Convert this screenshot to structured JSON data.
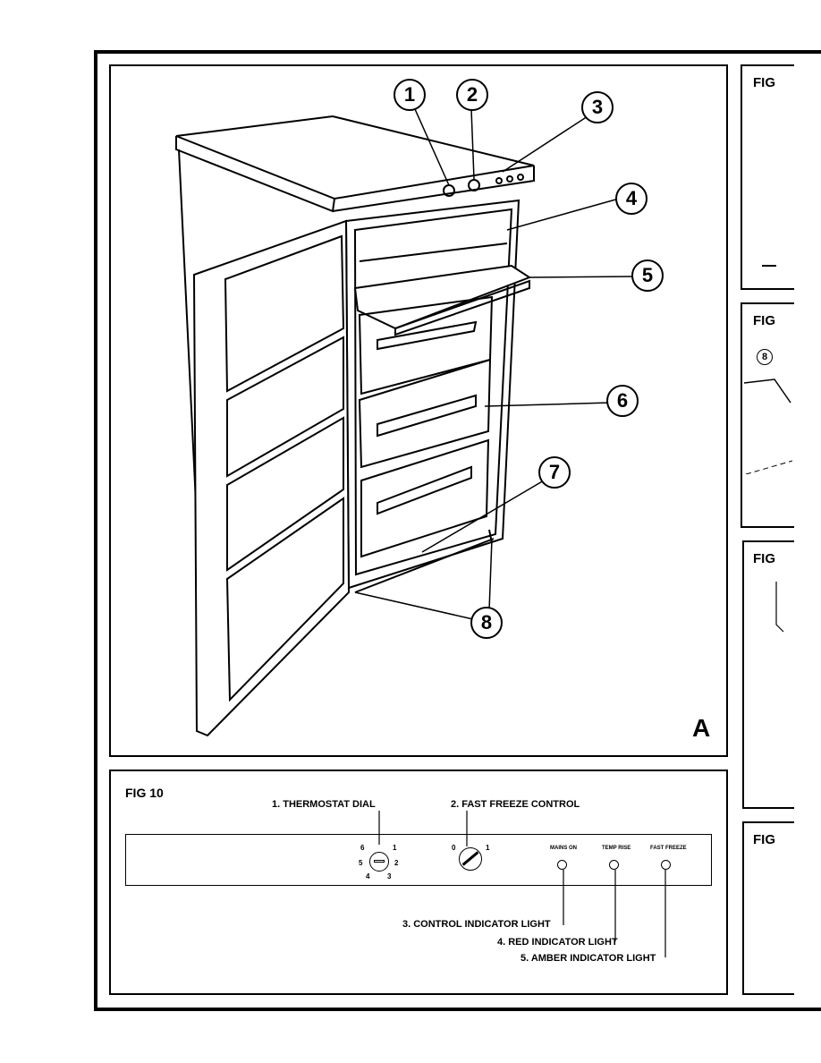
{
  "figure_a": {
    "letter": "A",
    "callouts": [
      "1",
      "2",
      "3",
      "4",
      "5",
      "6",
      "7",
      "8"
    ]
  },
  "side_figures": {
    "labels": [
      "FIG",
      "FIG",
      "FIG",
      "FIG"
    ],
    "callout": "8"
  },
  "fig10": {
    "title": "FIG 10",
    "labels": {
      "thermostat": "1. THERMOSTAT DIAL",
      "fast_freeze_control": "2. FAST FREEZE CONTROL",
      "control_light": "3. CONTROL INDICATOR LIGHT",
      "red_light": "4. RED INDICATOR LIGHT",
      "amber_light": "5. AMBER INDICATOR LIGHT"
    },
    "lamps": {
      "mains_on": "MAINS ON",
      "temp_rise": "TEMP RISE",
      "fast_freeze": "FAST FREEZE"
    },
    "thermostat_numbers": [
      "1",
      "2",
      "3",
      "4",
      "5",
      "6"
    ],
    "fast_freeze_numbers": [
      "0",
      "1"
    ]
  }
}
